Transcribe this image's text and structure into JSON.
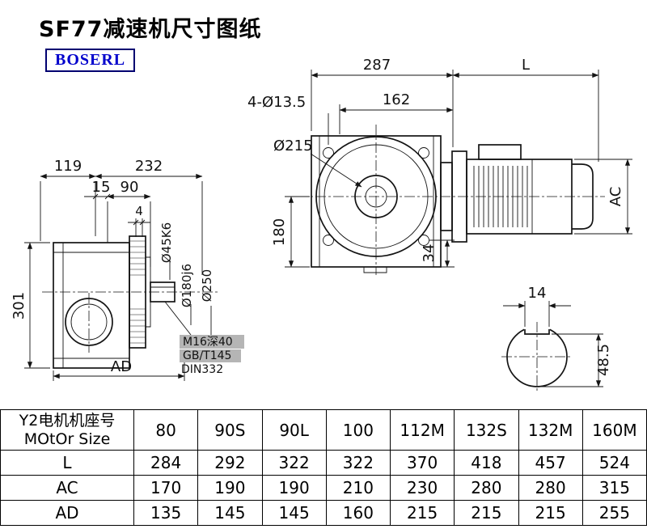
{
  "page": {
    "title": "SF77减速机尺寸图纸",
    "brand": "BOSERL"
  },
  "side_view": {
    "dims": {
      "d119": "119",
      "d232": "232",
      "d15": "15",
      "d90": "90",
      "d4": "4",
      "d301": "301",
      "dAD": "AD"
    },
    "labels": {
      "shaft_dia": "Ø45K6",
      "spigot_dia": "Ø180j6",
      "flange_dia": "Ø250"
    },
    "notes": {
      "tap": "M16深40",
      "standard": "GB/T145",
      "din": "DIN332"
    }
  },
  "front_view": {
    "dims": {
      "d287": "287",
      "dL": "L",
      "d162": "162",
      "holes": "4-Ø13.5",
      "flange": "Ø215",
      "d180": "180",
      "d34": "34",
      "dAC": "AC"
    }
  },
  "shaft_section": {
    "dims": {
      "key_width": "14",
      "key_height": "48.5"
    }
  },
  "table": {
    "header": {
      "line1": "Y2电机机座号",
      "line2": "MOtOr Size"
    },
    "sizes": [
      "80",
      "90S",
      "90L",
      "100",
      "112M",
      "132S",
      "132M",
      "160M"
    ],
    "rows": [
      {
        "label": "L",
        "values": [
          "284",
          "292",
          "322",
          "322",
          "370",
          "418",
          "457",
          "524"
        ]
      },
      {
        "label": "AC",
        "values": [
          "170",
          "190",
          "190",
          "210",
          "230",
          "280",
          "280",
          "315"
        ]
      },
      {
        "label": "AD",
        "values": [
          "135",
          "145",
          "145",
          "160",
          "215",
          "215",
          "215",
          "255"
        ]
      }
    ]
  }
}
